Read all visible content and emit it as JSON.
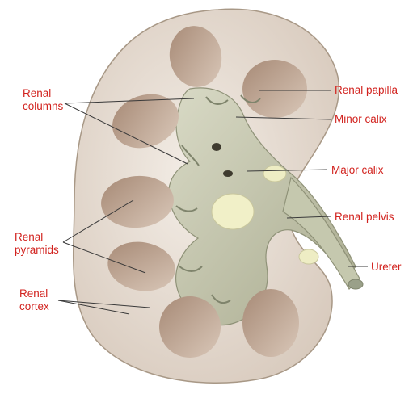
{
  "colors": {
    "label_text": "#d2231f",
    "leader_line": "#3a3a3a",
    "cortex": "#ece3d9",
    "pyramid": "#b89c88",
    "sinus": "#cfd1b8",
    "fat": "#f0efc4"
  },
  "labels": {
    "renal_columns": [
      "Renal",
      "columns"
    ],
    "renal_pyramids": [
      "Renal",
      "pyramids"
    ],
    "renal_cortex": [
      "Renal",
      "cortex"
    ],
    "renal_papilla": "Renal papilla",
    "minor_calix": "Minor calix",
    "major_calix": "Major calix",
    "renal_pelvis": "Renal pelvis",
    "ureter": "Ureter"
  }
}
